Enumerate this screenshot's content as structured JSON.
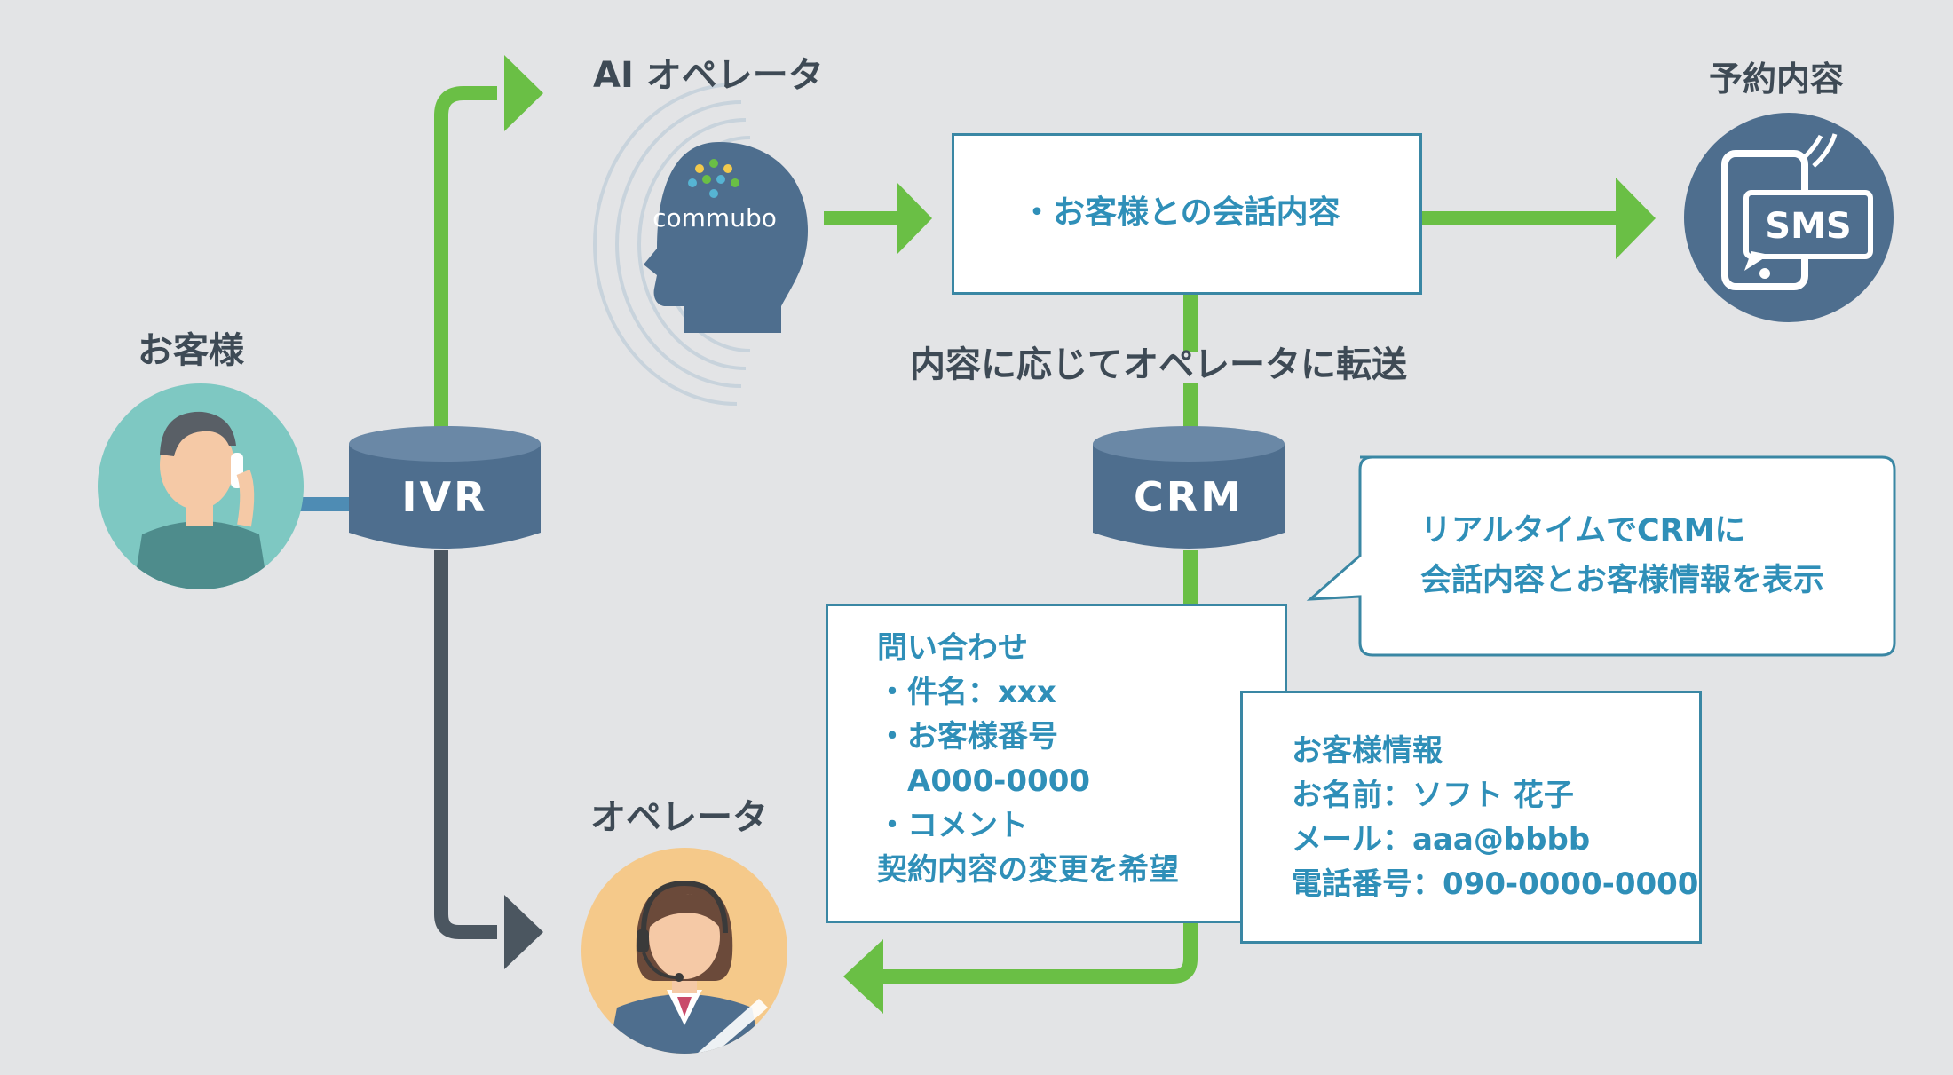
{
  "labels": {
    "customer": "お客様",
    "ai_operator": "AI オペレータ",
    "reservation": "予約内容",
    "transfer": "内容に応じてオペレータに転送",
    "operator": "オペレータ"
  },
  "nodes": {
    "ivr": "IVR",
    "crm": "CRM",
    "commubo": "commubo",
    "sms": "SMS"
  },
  "conversation_box": {
    "text": "・お客様との会話内容"
  },
  "callout": {
    "lines": [
      "リアルタイムでCRMに",
      "会話内容とお客様情報を表示"
    ]
  },
  "inquiry_card": {
    "lines": [
      "問い合わせ",
      "・件名：xxx",
      "・お客様番号",
      "　A000-0000",
      "・コメント",
      "契約内容の変更を希望"
    ]
  },
  "customer_card": {
    "lines": [
      "お客様情報",
      "お名前：ソフト 花子",
      "メール：aaa@bbbb",
      "電話番号：090-0000-0000"
    ]
  },
  "colors": {
    "background": "#e3e4e6",
    "green_arrow": "#6abf45",
    "dark_arrow": "#4b5660",
    "db_blue": "#4e6e8e",
    "accent_text": "#2f8fb8"
  }
}
